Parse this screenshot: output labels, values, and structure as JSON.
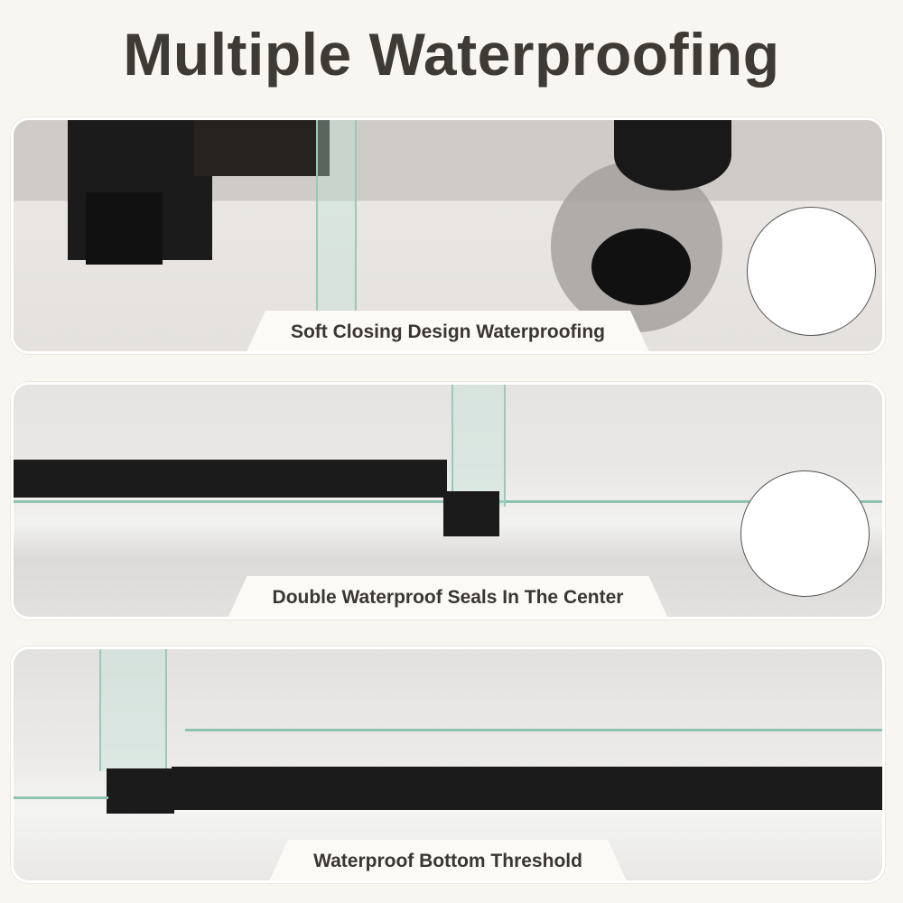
{
  "title": "Multiple Waterproofing",
  "sections": [
    {
      "caption": "Soft Closing Design Waterproofing"
    },
    {
      "caption": "Double Waterproof Seals In The Center"
    },
    {
      "caption": "Waterproof Bottom Threshold"
    }
  ]
}
